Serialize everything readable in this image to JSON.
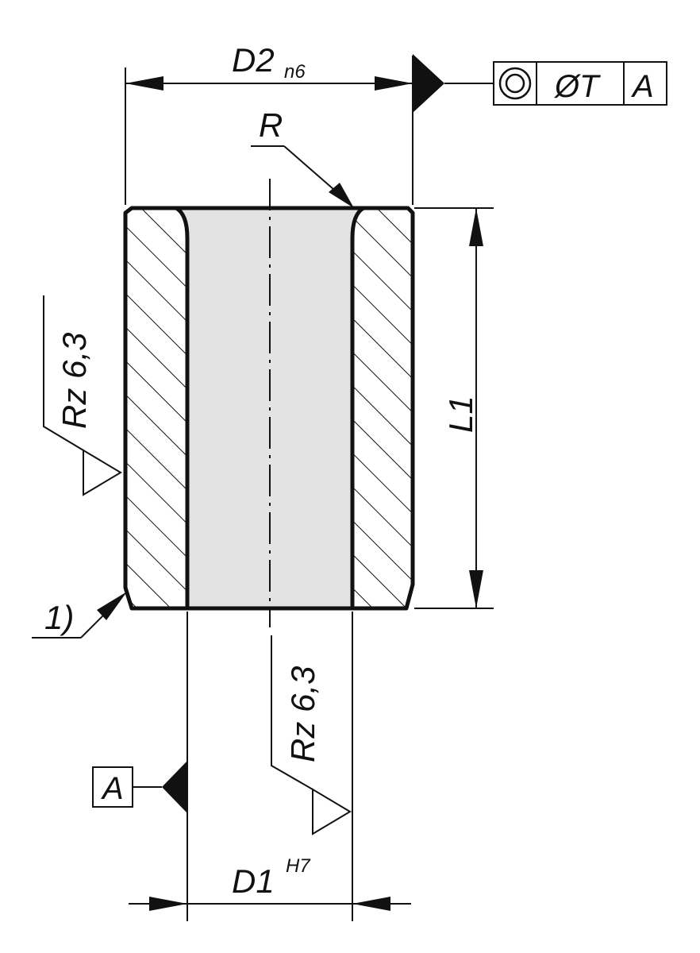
{
  "dimensions": {
    "outer_diameter": {
      "label": "D2",
      "tolerance": "n6"
    },
    "inner_diameter": {
      "label": "D1",
      "tolerance": "H7"
    },
    "length": {
      "label": "L1"
    },
    "radius": {
      "label": "R"
    }
  },
  "roughness": {
    "outer_surface": "Rz 6,3",
    "bore_surface": "Rz 6,3"
  },
  "note_marker": "1)",
  "datum": {
    "label": "A"
  },
  "geometric_tolerance": {
    "symbol": "concentricity",
    "value": "ØT",
    "datum_ref": "A"
  },
  "colors": {
    "line": "#111111",
    "bore_fill": "#e3e3e3",
    "background": "#ffffff"
  }
}
